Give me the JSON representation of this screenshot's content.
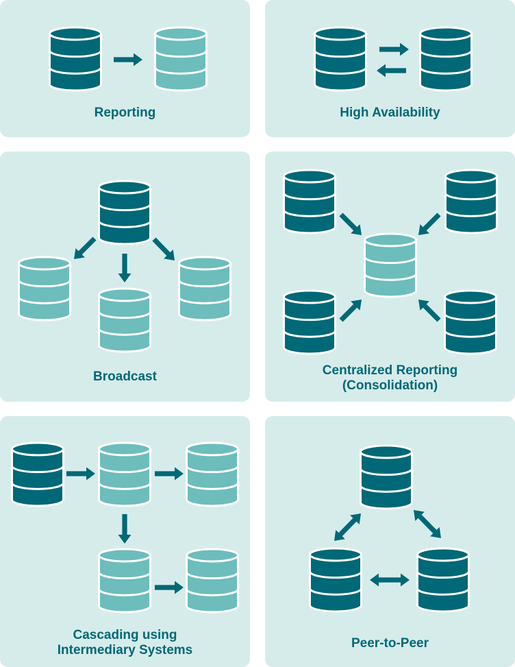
{
  "colors": {
    "panel": "#d6eceb",
    "dark": "#006876",
    "light": "#6cbdbc",
    "stroke": "#ffffff",
    "arrow": "#006876"
  },
  "panels": {
    "reporting": {
      "title": "Reporting"
    },
    "ha": {
      "title": "High Availability"
    },
    "broadcast": {
      "title": "Broadcast"
    },
    "centralized": {
      "title_line1": "Centralized Reporting",
      "title_line2": "(Consolidation)"
    },
    "cascading": {
      "title_line1": "Cascading using",
      "title_line2": "Intermediary Systems"
    },
    "p2p": {
      "title": "Peer-to-Peer"
    }
  }
}
